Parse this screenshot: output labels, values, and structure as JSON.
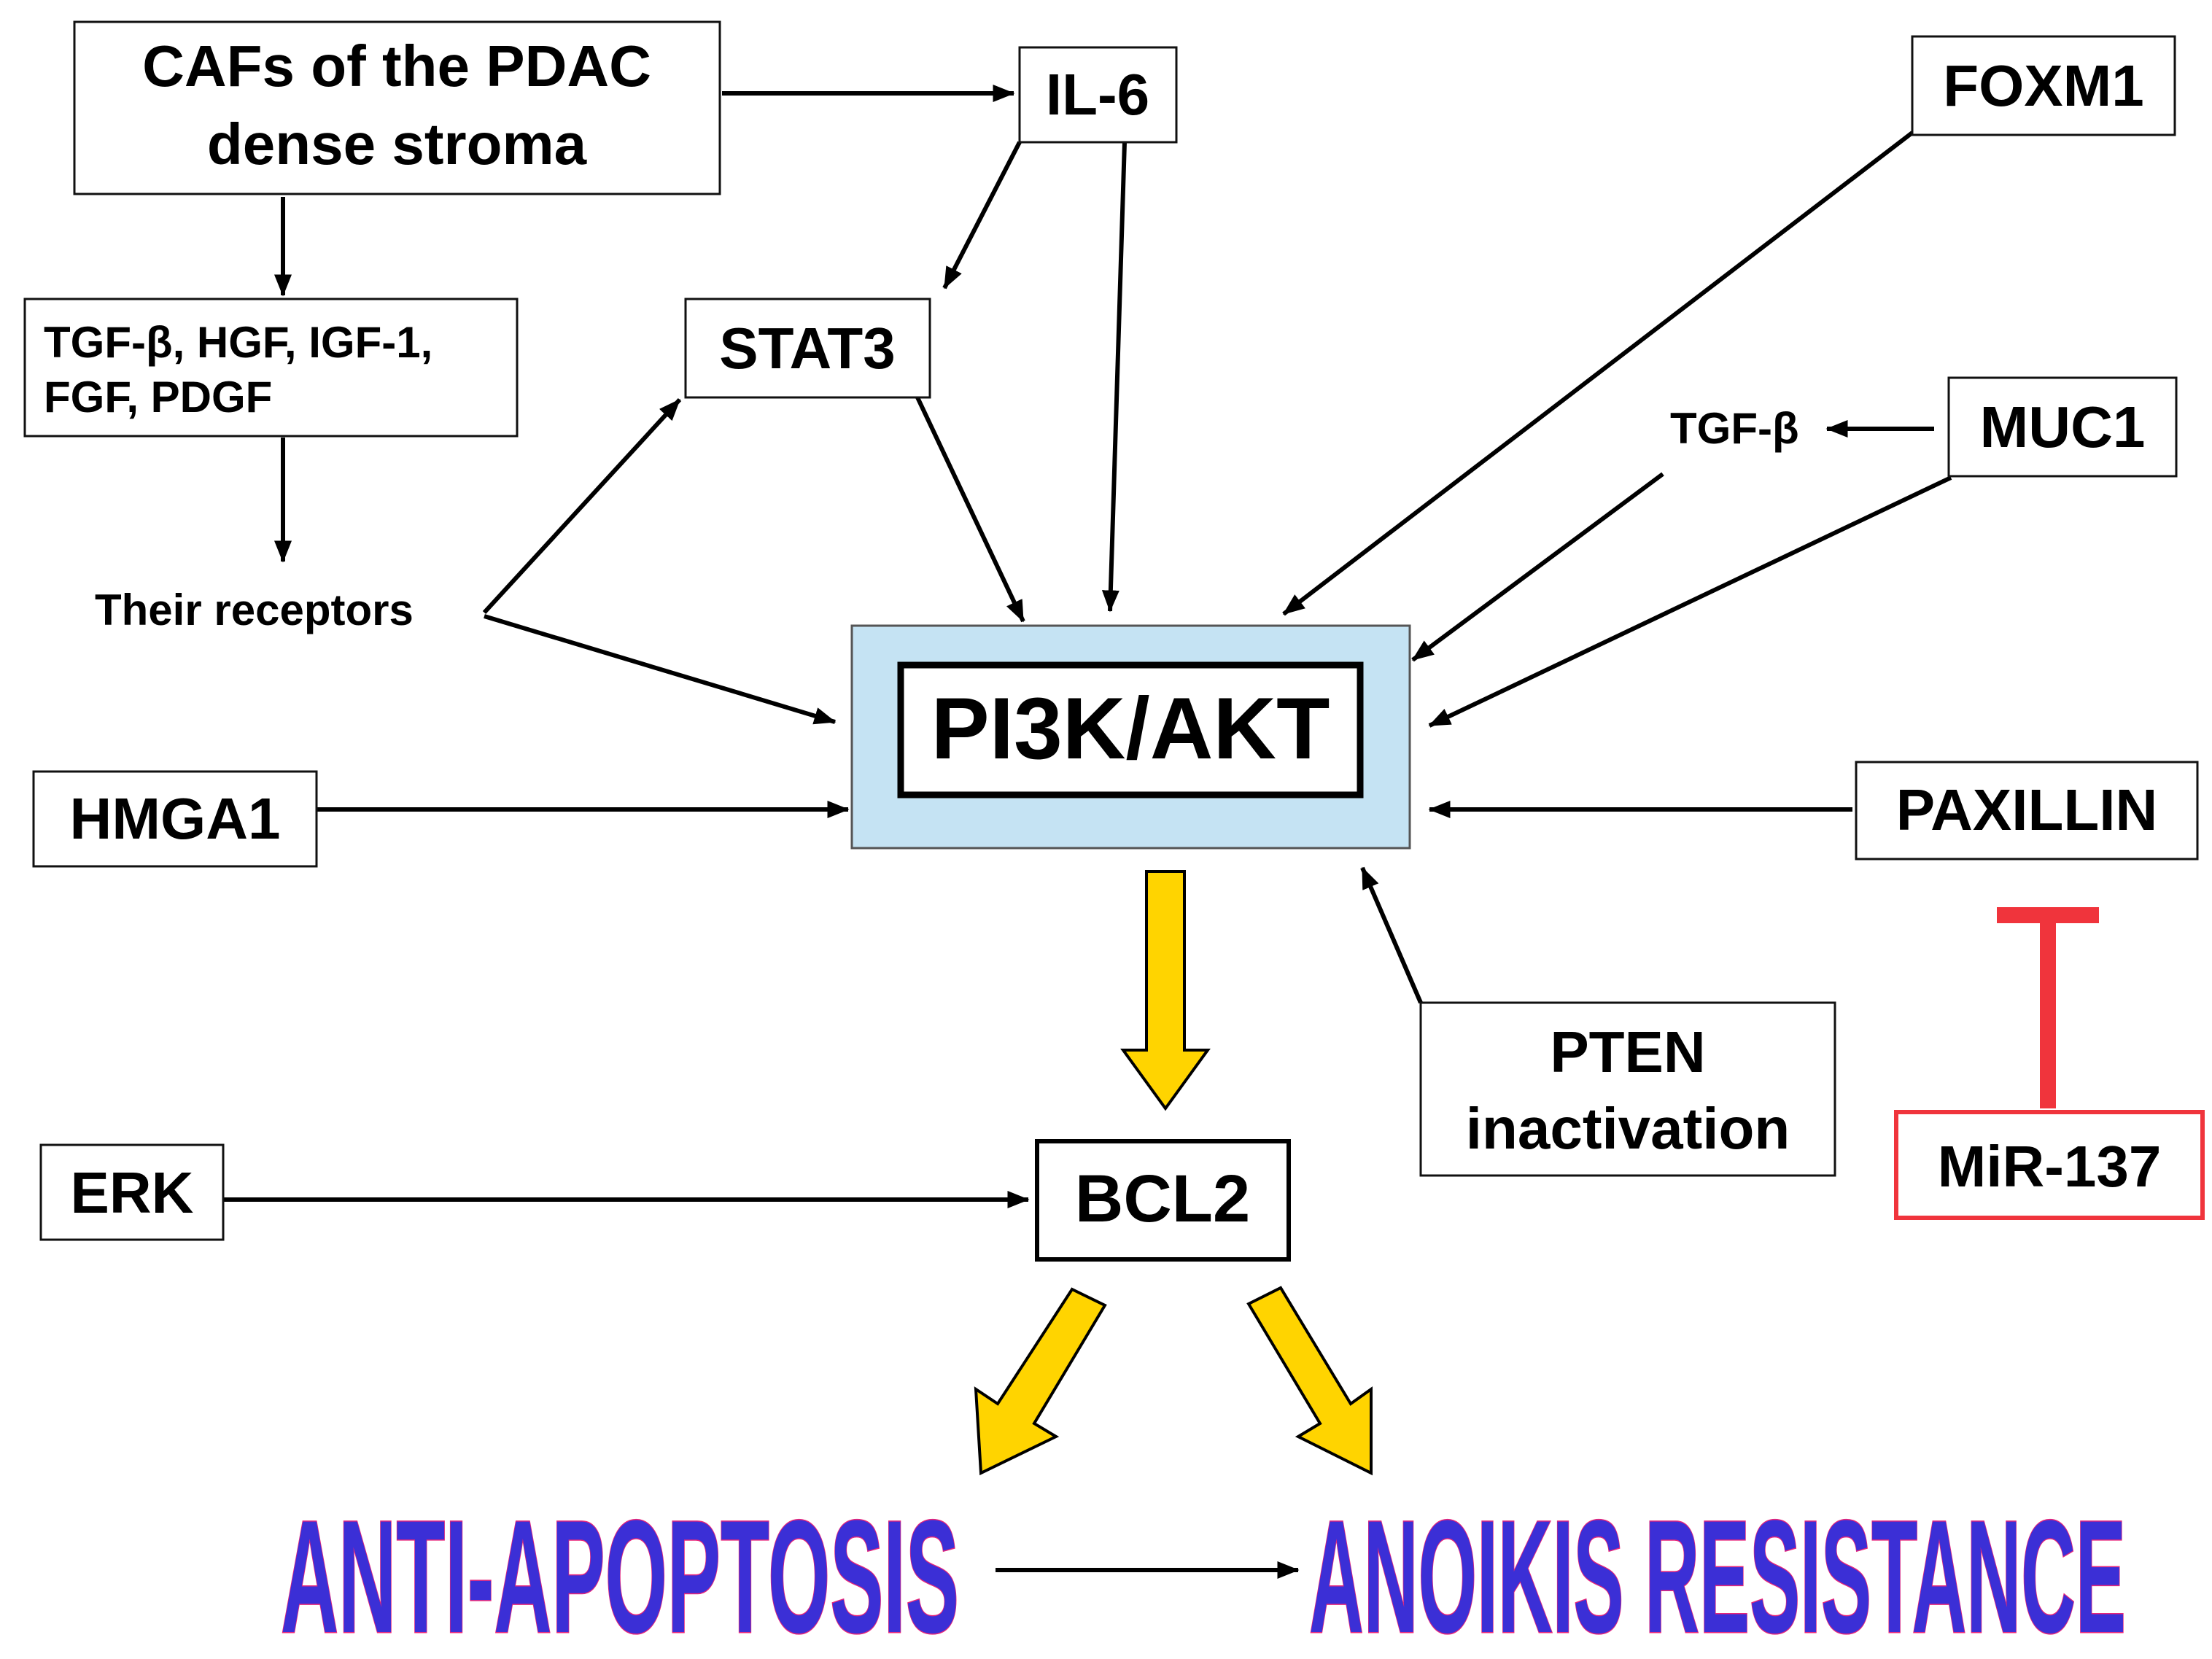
{
  "nodes": {
    "cafs": {
      "line1": "CAFs of the PDAC",
      "line2": "dense stroma"
    },
    "il6": "IL-6",
    "foxm1": "FOXM1",
    "tgf_group": {
      "line1": "TGF-β, HGF, IGF-1,",
      "line2": "FGF, PDGF"
    },
    "stat3": "STAT3",
    "tgfb": "TGF-β",
    "muc1": "MUC1",
    "receptors": "Their receptors",
    "pi3k_akt": "PI3K/AKT",
    "hmga1": "HMGA1",
    "paxillin": "PAXILLIN",
    "pten": {
      "line1": "PTEN",
      "line2": "inactivation"
    },
    "mir137": "MiR-137",
    "erk": "ERK",
    "bcl2": "BCL2",
    "anti_apoptosis": "ANTI-APOPTOSIS",
    "anoikis_resistance": "ANOIKIS RESISTANCE"
  },
  "colors": {
    "pi3k_fill": "#c5e3f3",
    "yellow_arrow": "#ffd400",
    "inhibition_red": "#f0343c",
    "outcome_text": "#3b2fd6",
    "outcome_outline": "#e8267a"
  }
}
